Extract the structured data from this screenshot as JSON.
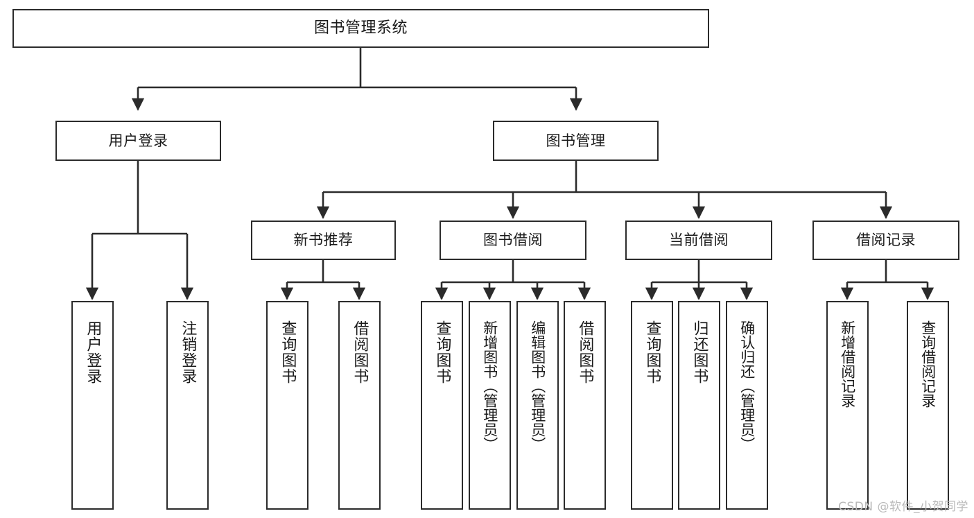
{
  "diagram": {
    "title": "图书管理系统",
    "type": "tree-hierarchy",
    "orientation": "top-down",
    "line_color": "#2b2b2b",
    "box_fill": "#ffffff",
    "text_color": "#1a1a1a"
  },
  "nodes": {
    "root": {
      "label": "图书管理系统"
    },
    "level2": [
      {
        "id": "user-login",
        "label": "用户登录"
      },
      {
        "id": "book-manage",
        "label": "图书管理"
      }
    ],
    "level3": [
      {
        "id": "new-book-recommend",
        "label": "新书推荐"
      },
      {
        "id": "book-borrow",
        "label": "图书借阅"
      },
      {
        "id": "current-borrow",
        "label": "当前借阅"
      },
      {
        "id": "borrow-record",
        "label": "借阅记录"
      }
    ],
    "leaves": {
      "user_login": [
        {
          "id": "leaf-user-login",
          "label": "用户登录"
        },
        {
          "id": "leaf-logout-login",
          "label": "注销登录"
        }
      ],
      "new_book_recommend": [
        {
          "id": "leaf-query-book-1",
          "label": "查询图书"
        },
        {
          "id": "leaf-borrow-book-1",
          "label": "借阅图书"
        }
      ],
      "book_borrow": [
        {
          "id": "leaf-query-book-2",
          "label": "查询图书"
        },
        {
          "id": "leaf-add-book",
          "label": "新增图书（管理员）"
        },
        {
          "id": "leaf-edit-book",
          "label": "编辑图书（管理员）"
        },
        {
          "id": "leaf-borrow-book-2",
          "label": "借阅图书"
        }
      ],
      "current_borrow": [
        {
          "id": "leaf-query-book-3",
          "label": "查询图书"
        },
        {
          "id": "leaf-return-book",
          "label": "归还图书"
        },
        {
          "id": "leaf-confirm-return",
          "label": "确认归还（管理员）"
        }
      ],
      "borrow_record": [
        {
          "id": "leaf-add-record",
          "label": "新增借阅记录"
        },
        {
          "id": "leaf-query-record",
          "label": "查询借阅记录"
        }
      ]
    }
  },
  "watermark": {
    "text": "CSDN @软件_小贺同学"
  }
}
